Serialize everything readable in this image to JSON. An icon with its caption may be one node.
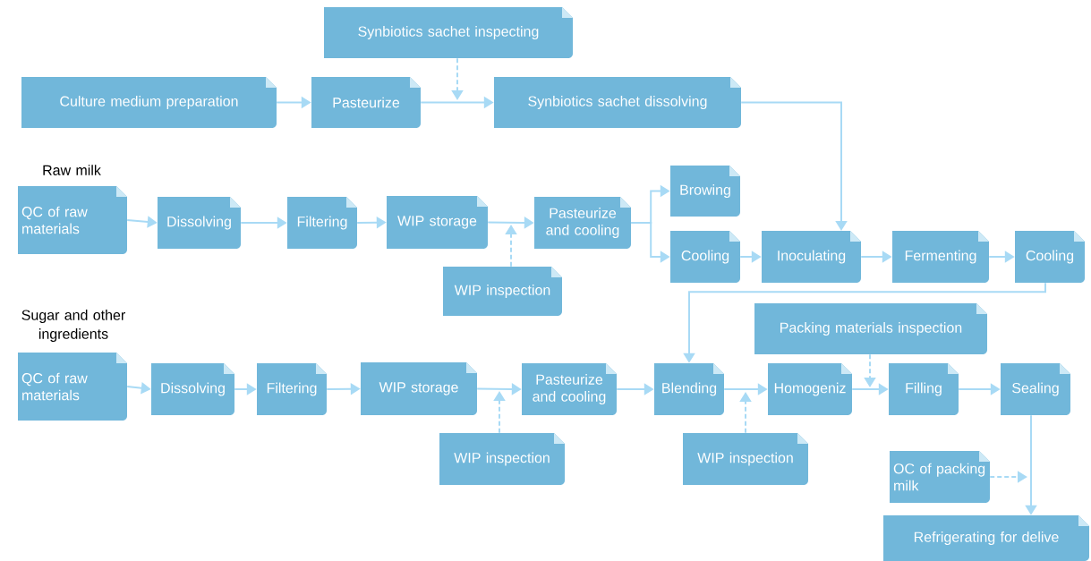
{
  "diagram": {
    "nodes": [
      {
        "text": [
          "Synbiotics sachet inspecting"
        ]
      },
      {
        "text": [
          "Culture medium preparation"
        ]
      },
      {
        "text": [
          "Pasteurize"
        ]
      },
      {
        "text": [
          "Synbiotics sachet dissolving"
        ]
      },
      {
        "text": [
          "QC of raw materials"
        ],
        "beside": [
          "Raw milk"
        ]
      },
      {
        "text": [
          "Dissolving"
        ]
      },
      {
        "text": [
          "Filtering"
        ]
      },
      {
        "text": [
          "WIP storage"
        ]
      },
      {
        "text": [
          "Pasteurize and cooling"
        ]
      },
      {
        "text": [
          "WIP inspection"
        ]
      },
      {
        "text": [
          "Browing"
        ]
      },
      {
        "text": [
          "Cooling"
        ]
      },
      {
        "text": [
          "Inoculating"
        ]
      },
      {
        "text": [
          "Fermenting"
        ]
      },
      {
        "text": [
          "Cooling"
        ]
      },
      {
        "text": [
          "QC of raw materials"
        ],
        "beside": [
          "Sugar and other ingredients"
        ]
      },
      {
        "text": [
          "Dissolving"
        ]
      },
      {
        "text": [
          "Filtering"
        ]
      },
      {
        "text": [
          "WIP storage"
        ]
      },
      {
        "text": [
          "Pasteurize and cooling"
        ]
      },
      {
        "text": [
          "WIP inspection"
        ]
      },
      {
        "text": [
          "Blending"
        ]
      },
      {
        "text": [
          "Homogeniz"
        ]
      },
      {
        "text": [
          "Packing materials inspection"
        ]
      },
      {
        "text": [
          "Filling"
        ]
      },
      {
        "text": [
          "Sealing"
        ]
      },
      {
        "text": [
          "WIP inspection"
        ]
      },
      {
        "text": [
          "OC of packing milk"
        ]
      },
      {
        "text": [
          "Refrigerating for delive"
        ]
      }
    ],
    "edges": [
      {
        "from": 1,
        "to": 2,
        "arrow": "to"
      },
      {
        "from": 2,
        "to": 3,
        "arrow": "to"
      },
      {
        "from": 0,
        "to": null,
        "arrow": "to",
        "style": "dashed"
      },
      {
        "from": 3,
        "to": 12,
        "arrow": "to"
      },
      {
        "from": 4,
        "to": 5,
        "arrow": "to"
      },
      {
        "from": 5,
        "to": 6,
        "arrow": "to"
      },
      {
        "from": 6,
        "to": 7,
        "arrow": "to"
      },
      {
        "from": 7,
        "to": 8,
        "arrow": "to"
      },
      {
        "from": 9,
        "to": null,
        "arrow": "to",
        "style": "dashed"
      },
      {
        "from": 8,
        "to": 10,
        "arrow": "to"
      },
      {
        "from": 8,
        "to": 11,
        "arrow": "to"
      },
      {
        "from": 11,
        "to": 12,
        "arrow": "to"
      },
      {
        "from": 12,
        "to": 13,
        "arrow": "to"
      },
      {
        "from": 13,
        "to": 14,
        "arrow": "to"
      },
      {
        "from": 14,
        "to": 21,
        "arrow": "to"
      },
      {
        "from": 15,
        "to": 16,
        "arrow": "to"
      },
      {
        "from": 16,
        "to": 17,
        "arrow": "to"
      },
      {
        "from": 17,
        "to": 18,
        "arrow": "to"
      },
      {
        "from": 18,
        "to": 19,
        "arrow": "to"
      },
      {
        "from": 20,
        "to": null,
        "arrow": "to",
        "style": "dashed"
      },
      {
        "from": 19,
        "to": 21,
        "arrow": "to"
      },
      {
        "from": 21,
        "to": 22,
        "arrow": "to"
      },
      {
        "from": 26,
        "to": null,
        "arrow": "to",
        "style": "dashed"
      },
      {
        "from": 22,
        "to": 24,
        "arrow": "to"
      },
      {
        "from": 23,
        "to": null,
        "arrow": "to",
        "style": "dashed"
      },
      {
        "from": 24,
        "to": 25,
        "arrow": "to"
      },
      {
        "from": 25,
        "to": 28,
        "arrow": "to"
      },
      {
        "from": 27,
        "to": null,
        "arrow": "to",
        "style": "dashed"
      }
    ]
  }
}
